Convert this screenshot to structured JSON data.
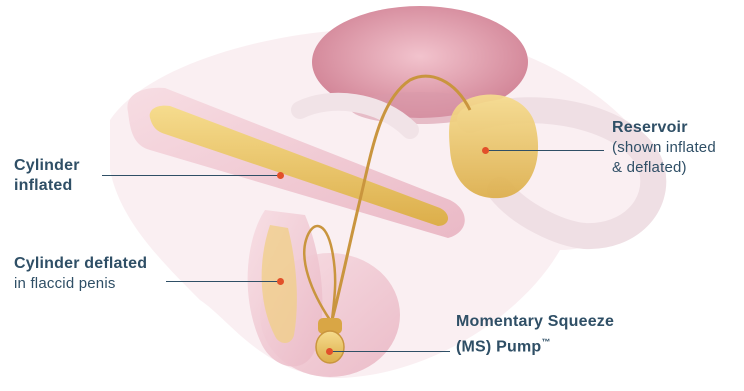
{
  "labels": {
    "cylinder_inflated": {
      "line1": "Cylinder",
      "line2": "inflated"
    },
    "cylinder_deflated": {
      "title": "Cylinder deflated",
      "sub": "in flaccid penis"
    },
    "reservoir": {
      "title": "Reservoir",
      "sub1": "(shown inflated",
      "sub2": "& deflated)"
    },
    "pump": {
      "line1": "Momentary Squeeze",
      "line2": "(MS) Pump",
      "trademark": "™"
    }
  },
  "colors": {
    "label_text": "#2f4f66",
    "leader_line": "#2f4f66",
    "marker_dot": "#e2502a",
    "implant_gold": "#e9bf5c",
    "tissue_pink": "#e9b9c4",
    "bladder": "#d8889a"
  }
}
